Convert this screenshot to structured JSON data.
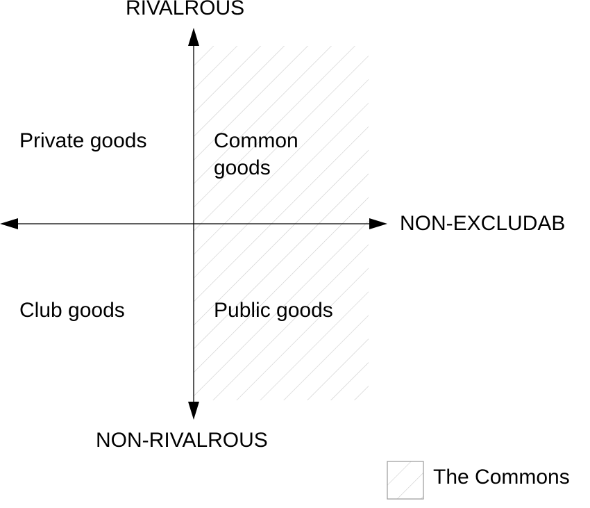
{
  "axes": {
    "top": "RIVALROUS",
    "bottom": "NON-RIVALROUS",
    "right": "NON-EXCLUDAB"
  },
  "quadrants": {
    "top_left": "Private goods",
    "top_right": "Common goods",
    "bottom_left": "Club goods",
    "bottom_right": "Public goods"
  },
  "legend": {
    "label": "The Commons",
    "swatch_icon": "hatched-square-icon"
  },
  "colors": {
    "axis": "#000000",
    "hatch": "#cccccc",
    "text": "#000000"
  }
}
